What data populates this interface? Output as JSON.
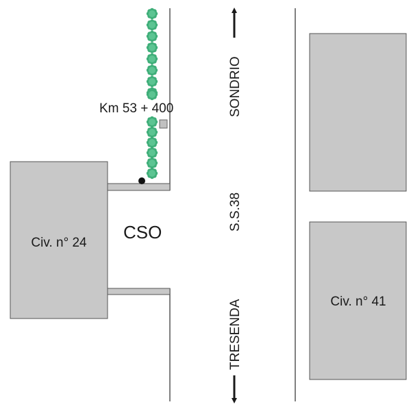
{
  "labels": {
    "km": "Km 53 + 400",
    "north": "SONDRIO",
    "road": "S.S.38",
    "south": "TRESENDA",
    "cso": "CSO",
    "building_left": "Civ. n° 24",
    "building_right": "Civ. n° 41"
  },
  "colors": {
    "building": "#c8c8c8",
    "tree": "#3fae79",
    "line": "#555555"
  },
  "trees": {
    "upper_count": 8,
    "lower_count": 6
  }
}
